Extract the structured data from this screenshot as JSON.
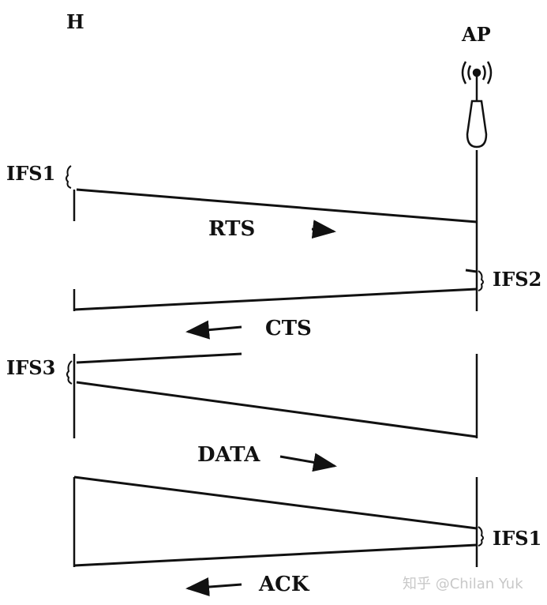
{
  "labels": {
    "host": "H",
    "ap": "AP",
    "ifs1_top": "IFS1",
    "ifs2": "IFS2",
    "ifs3": "IFS3",
    "ifs1_bottom": "IFS1",
    "rts": "RTS",
    "cts": "CTS",
    "data": "DATA",
    "ack": "ACK",
    "watermark": "知乎 @Chilan Yuk"
  },
  "colors": {
    "ink": "#111111",
    "watermark": "#c8c8c8"
  },
  "icons": {
    "access_point": "antenna-tower-icon",
    "arrow_right": "arrow-right-icon",
    "arrow_left": "arrow-left-icon"
  }
}
